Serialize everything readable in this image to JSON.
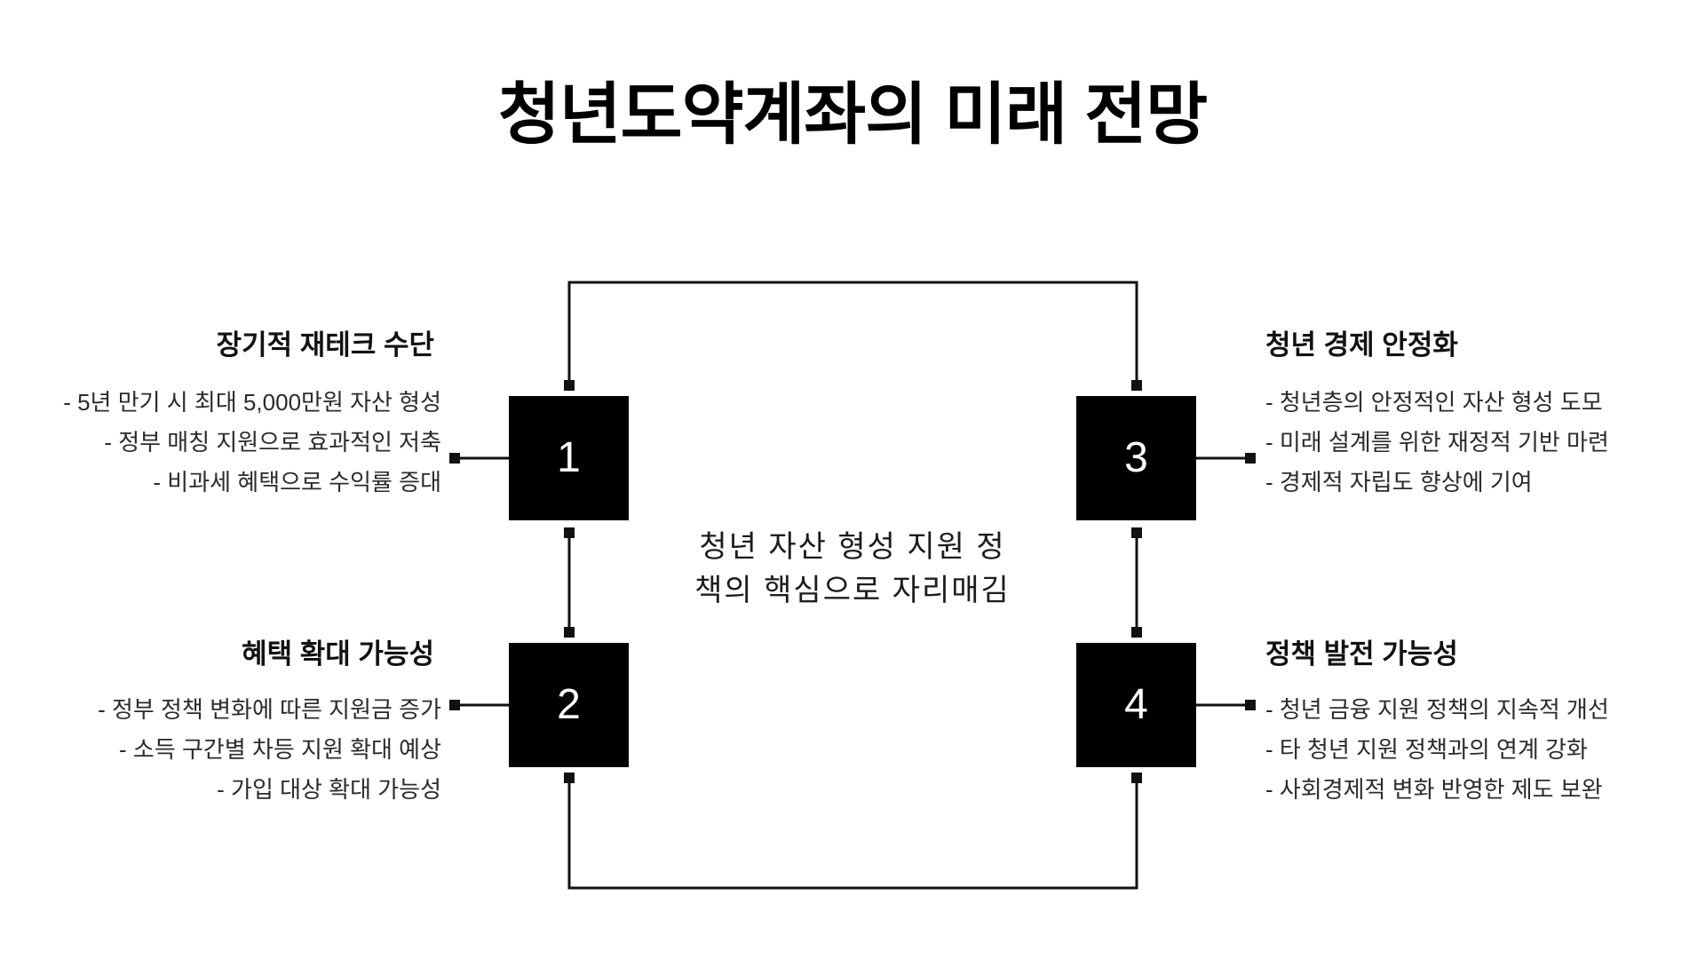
{
  "title": "청년도약계좌의 미래 전망",
  "center_caption": {
    "line1": "청년 자산 형성 지원 정",
    "line2": "책의 핵심으로 자리매김"
  },
  "colors": {
    "background": "#ffffff",
    "node_fill": "#000000",
    "node_text": "#ffffff",
    "connector": "#111111",
    "heading_text": "#121212",
    "body_text": "#2b2b2b"
  },
  "nodes": [
    {
      "number": "1",
      "side": "left",
      "row": "top"
    },
    {
      "number": "2",
      "side": "left",
      "row": "bottom"
    },
    {
      "number": "3",
      "side": "right",
      "row": "top"
    },
    {
      "number": "4",
      "side": "right",
      "row": "bottom"
    }
  ],
  "blocks": [
    {
      "id": "block-1",
      "node": "1",
      "heading": "장기적 재테크 수단",
      "bullets": [
        "- 5년 만기 시 최대 5,000만원 자산 형성",
        "- 정부 매칭 지원으로 효과적인 저축",
        "- 비과세 혜택으로 수익률 증대"
      ]
    },
    {
      "id": "block-2",
      "node": "2",
      "heading": "혜택 확대 가능성",
      "bullets": [
        "- 정부 정책 변화에 따른 지원금 증가",
        "- 소득 구간별 차등 지원 확대 예상",
        "- 가입 대상 확대 가능성"
      ]
    },
    {
      "id": "block-3",
      "node": "3",
      "heading": "청년 경제 안정화",
      "bullets": [
        "- 청년층의 안정적인 자산 형성 도모",
        "- 미래 설계를 위한 재정적 기반 마련",
        "- 경제적 자립도 향상에 기여"
      ]
    },
    {
      "id": "block-4",
      "node": "4",
      "heading": "정책 발전 가능성",
      "bullets": [
        "- 청년 금융 지원 정책의 지속적 개선",
        "- 타 청년 지원 정책과의 연계 강화",
        "- 사회경제적 변화 반영한 제도 보완"
      ]
    }
  ]
}
